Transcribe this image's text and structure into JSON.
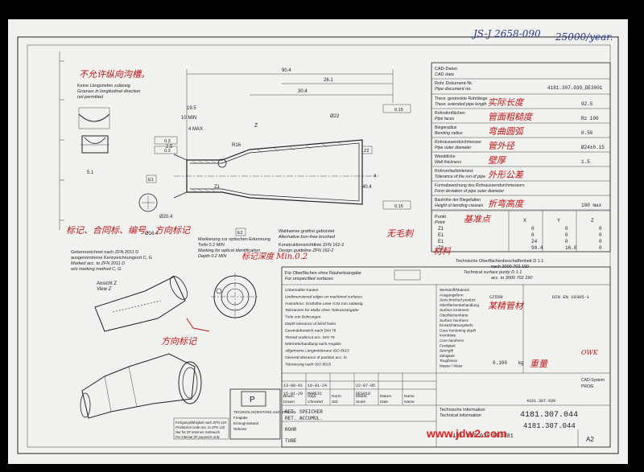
{
  "header_note": {
    "ref": "JS-J 2658-090",
    "volume": "25000/year."
  },
  "cad": {
    "title_de": "CAD-Daten",
    "title_en": "CAD data",
    "doc_label_de": "Rohr Dokument-Nr.",
    "doc_label_en": "Pipe document no.",
    "doc_no": "4181.307.039_DE3001",
    "rows": [
      {
        "de": "Theor. gestreckte Rohrlänge",
        "en": "Theor. extended pipe length",
        "hand": "实际长度",
        "value": "92.5"
      },
      {
        "de": "Rohrstirnflächen",
        "en": "Pipe faces",
        "hand": "管面粗糙度",
        "value": "Rz 100"
      },
      {
        "de": "Biegeradius",
        "en": "Bending radius",
        "hand": "弯曲圆弧",
        "value": "0.50"
      },
      {
        "de": "Rohraussendurchmesser",
        "en": "Pipe outer diameter",
        "hand": "管外径",
        "value": "Ø24±0.15"
      },
      {
        "de": "Wanddicke",
        "en": "Wall thickness",
        "hand": "壁厚",
        "value": "1.5"
      },
      {
        "de": "Rohrverlaufstoleranz",
        "en": "Tolerance of the run of pipe",
        "hand": "外形公差",
        "value": ""
      },
      {
        "de": "Formabweichung des Rohraussendurchmessers",
        "en": "Form deviation of pipe outer diameter",
        "hand": "",
        "value": ""
      },
      {
        "de": "Bauhöhe der Biegefalten",
        "en": "Height of bending creases",
        "hand": "折弯高度",
        "value": "100 max"
      }
    ],
    "points_label_de": "Punkt",
    "points_label_en": "Point",
    "points_hand": "基准点",
    "points_cols": [
      "X",
      "Y",
      "Z"
    ],
    "points": [
      {
        "id": "Z1",
        "x": "0",
        "y": "0",
        "z": "0"
      },
      {
        "id": "E1",
        "x": "0",
        "y": "0",
        "z": "0"
      },
      {
        "id": "E1",
        "x": "24",
        "y": "0",
        "z": "0"
      },
      {
        "id": "Z2",
        "x": "90.4",
        "y": "16.0",
        "z": "0"
      }
    ]
  },
  "handwriting": {
    "no_lines": "不允许纵向沟槽。",
    "marking": "标记、合同标、编号、方向标记",
    "marking2": "标记深度 Min.0.2",
    "direction": "方向标记",
    "no_burr": "无毛刺",
    "material": "材料",
    "material_spec": "某精管材",
    "mass": "重量",
    "owk": "OWK"
  },
  "notes": {
    "no_grooves_de": "Keine Längsriefen zulässig",
    "no_grooves_en": "Grooves in longitudinal direction",
    "not_permitted": "not permitted",
    "surface_de": "Technische Oberflächenbeschaffenheit D 1.1",
    "surface_de2": "nach 3000 702 190",
    "surface_en": "Technical surface purity D 1.1",
    "surface_en2": "acc. to 3000 702 190",
    "marking_de": "Markierung zur optischen Erkennung",
    "marking_de2": "Tiefe 0.2 MIN",
    "marking_en": "Marking for optical identification",
    "marking_en2": "Depth 0.2 MIN",
    "burr_de": "Wahlweise gratfrei gebürstet",
    "burr_en": "Alternative burr-free brushed",
    "design_de": "Konstruktionsrichtlinie ZFN 162-2",
    "design_en": "Design guideline ZFN 162-2",
    "mark_block1": "Gekennzeichnet nach ZFN 2011 D",
    "mark_block2": "ausgenommene Kennzeichnungsort C, G",
    "mark_block3": "Marked acc. to ZFN 2011 D",
    "mark_block4": "w/o marking method C, G",
    "view_de": "Ansicht Z",
    "view_en": "View Z"
  },
  "dims": {
    "d90": "90.4",
    "d26": "26.1",
    "d30": "30.4",
    "d19": "19.5",
    "d10": "10 MIN",
    "d4": "4 MAX",
    "d25": "2.5",
    "r16": "R16",
    "d015a": "0.15",
    "d015b": "0.15",
    "d03a": "0.3",
    "d03b": "0.3",
    "d204": "Ø20.4",
    "d22": "Ø22",
    "d164": "Ø16.4",
    "z": "Z",
    "z1": "Z1",
    "z2": "Z2",
    "e1": "E1",
    "e2": "E2",
    "a": "a",
    "d5": "5.1",
    "d40": "40.4"
  },
  "table": {
    "general_tol_de": "Für Oberflächen ohne Rauheitsangabe",
    "general_tol_en": "For unspecified surfaces",
    "rows_left": [
      "Unbemaßte Kanten",
      "Undimensioned edges on machined surfaces",
      "Ausnahme: Grathöhe unter 0.02 mm zulässig",
      "Toleranzen für Maße ohne Toleranzangabe",
      "Tiefe von Bohrungen",
      "Depth tolerance of blind holes",
      "Gewindefreistich nach DIN 76",
      "Thread undercut acc. DIN 76",
      "Wärmebehandlung nach Angabe",
      "Allgemeine Längentoleranz ISO 8015",
      "General tolerance of position acc. to",
      "Tolerierung nach ISO 8015"
    ],
    "rows_right": [
      "Werkstoff/Material",
      "Ausgangsform",
      "Semi-finished product",
      "Oberflächenbehandlung",
      "Surface treatment",
      "Oberflächenhärte",
      "Surface hardness",
      "Einsatzhärtungstiefe",
      "Case hardening depth",
      "Kernhärte",
      "Core hardness",
      "Festigkeit",
      "Strength",
      "Zähigkeit",
      "Toughness",
      "Masse / Mass"
    ],
    "material_code": "CZ55R",
    "material_std": "DIN EN 10305-1",
    "mass_value": "0.100",
    "mass_unit": "kg",
    "col_headers": [
      "Bearb.",
      "Gepr.",
      "Norm",
      "Maßst.",
      "Datum",
      "Name"
    ],
    "col_headers_en": [
      "Drawn",
      "Checked",
      "Std.",
      "Scale",
      "Date",
      "Name"
    ],
    "history": [
      {
        "date": "13-08-01",
        "code": "16-01-24",
        "d2": "22-07-05"
      },
      {
        "date": "15-01-29",
        "code": "MAREIC",
        "d2": "DES018"
      }
    ]
  },
  "title_block": {
    "name_de": "ROHR",
    "name_en": "TUBE",
    "ref1": "RET. SPEICHER",
    "ref2": "RET. ACCUMUL.",
    "tech_de": "Technische Information",
    "tech_en": "Technical information",
    "doc_no": "4181.307.044",
    "doc_no2": "4181.307.039 DE3001",
    "sheet_no": "4181.307.039",
    "format": "A2",
    "cad_system": "CAD-System",
    "cad_system_val": "PRO/E",
    "p_label": "P",
    "release": "Freigabe",
    "prodstate": "Erzeugnisstand",
    "release2": "Release",
    "fertigungs": "Fertigungsfähigkeit nach ZFN 120",
    "production": "Production code acc. to ZFN 120",
    "owner": "Nur für ZF internen Gebrauch",
    "owner_en": "For internal ZF purposes only",
    "techreg": "TECHNOLOGIESTAND nach ZFN 222"
  },
  "watermark": "www.jdw2.com",
  "colors": {
    "paper": "#f1f1ef",
    "ink": "#222222",
    "handwriting": "#c01414",
    "watermark": "#e02020"
  }
}
